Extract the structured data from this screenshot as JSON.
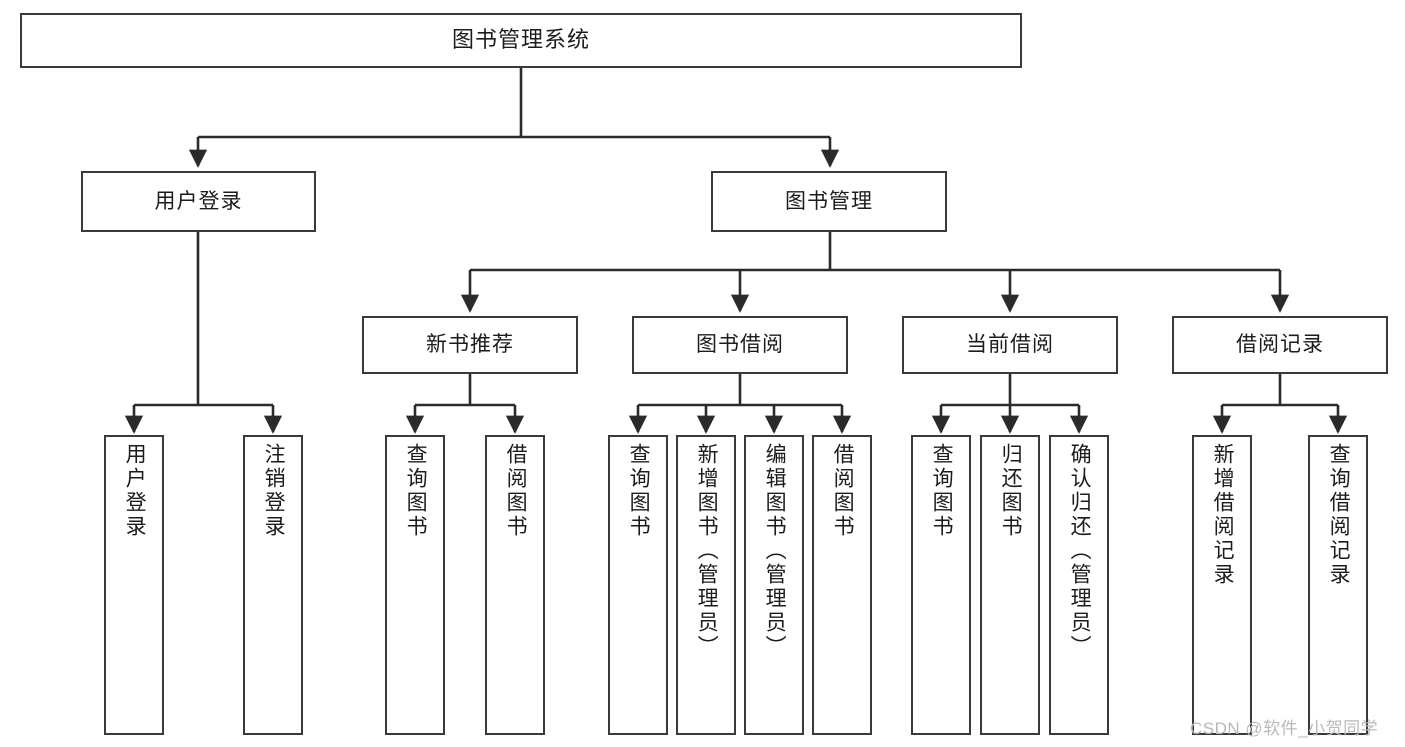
{
  "diagram": {
    "type": "tree-hierarchy-chart",
    "title_text": "图书管理系统",
    "watermark": "CSDN @软件_小贺同学",
    "colors": {
      "box_border": "#3a3a3a",
      "box_fill": "#ffffff",
      "edge": "#2b2b2b",
      "text": "#1c1c1c",
      "watermark": "#b9b9b9",
      "background": "#ffffff"
    },
    "root": {
      "label": "图书管理系统"
    },
    "level2": [
      {
        "label": "用户登录"
      },
      {
        "label": "图书管理"
      }
    ],
    "level3": [
      {
        "label": "新书推荐"
      },
      {
        "label": "图书借阅"
      },
      {
        "label": "当前借阅"
      },
      {
        "label": "借阅记录"
      }
    ],
    "leaves": {
      "user_login": [
        {
          "label": "用户登录"
        },
        {
          "label": "注销登录"
        }
      ],
      "new_book_recommend": [
        {
          "label": "查询图书"
        },
        {
          "label": "借阅图书"
        }
      ],
      "book_borrow": [
        {
          "label": "查询图书"
        },
        {
          "label": "新增图书（管理员）"
        },
        {
          "label": "编辑图书（管理员）"
        },
        {
          "label": "借阅图书"
        }
      ],
      "current_borrow": [
        {
          "label": "查询图书"
        },
        {
          "label": "归还图书"
        },
        {
          "label": "确认归还（管理员）"
        }
      ],
      "borrow_record": [
        {
          "label": "新增借阅记录"
        },
        {
          "label": "查询借阅记录"
        }
      ]
    }
  }
}
